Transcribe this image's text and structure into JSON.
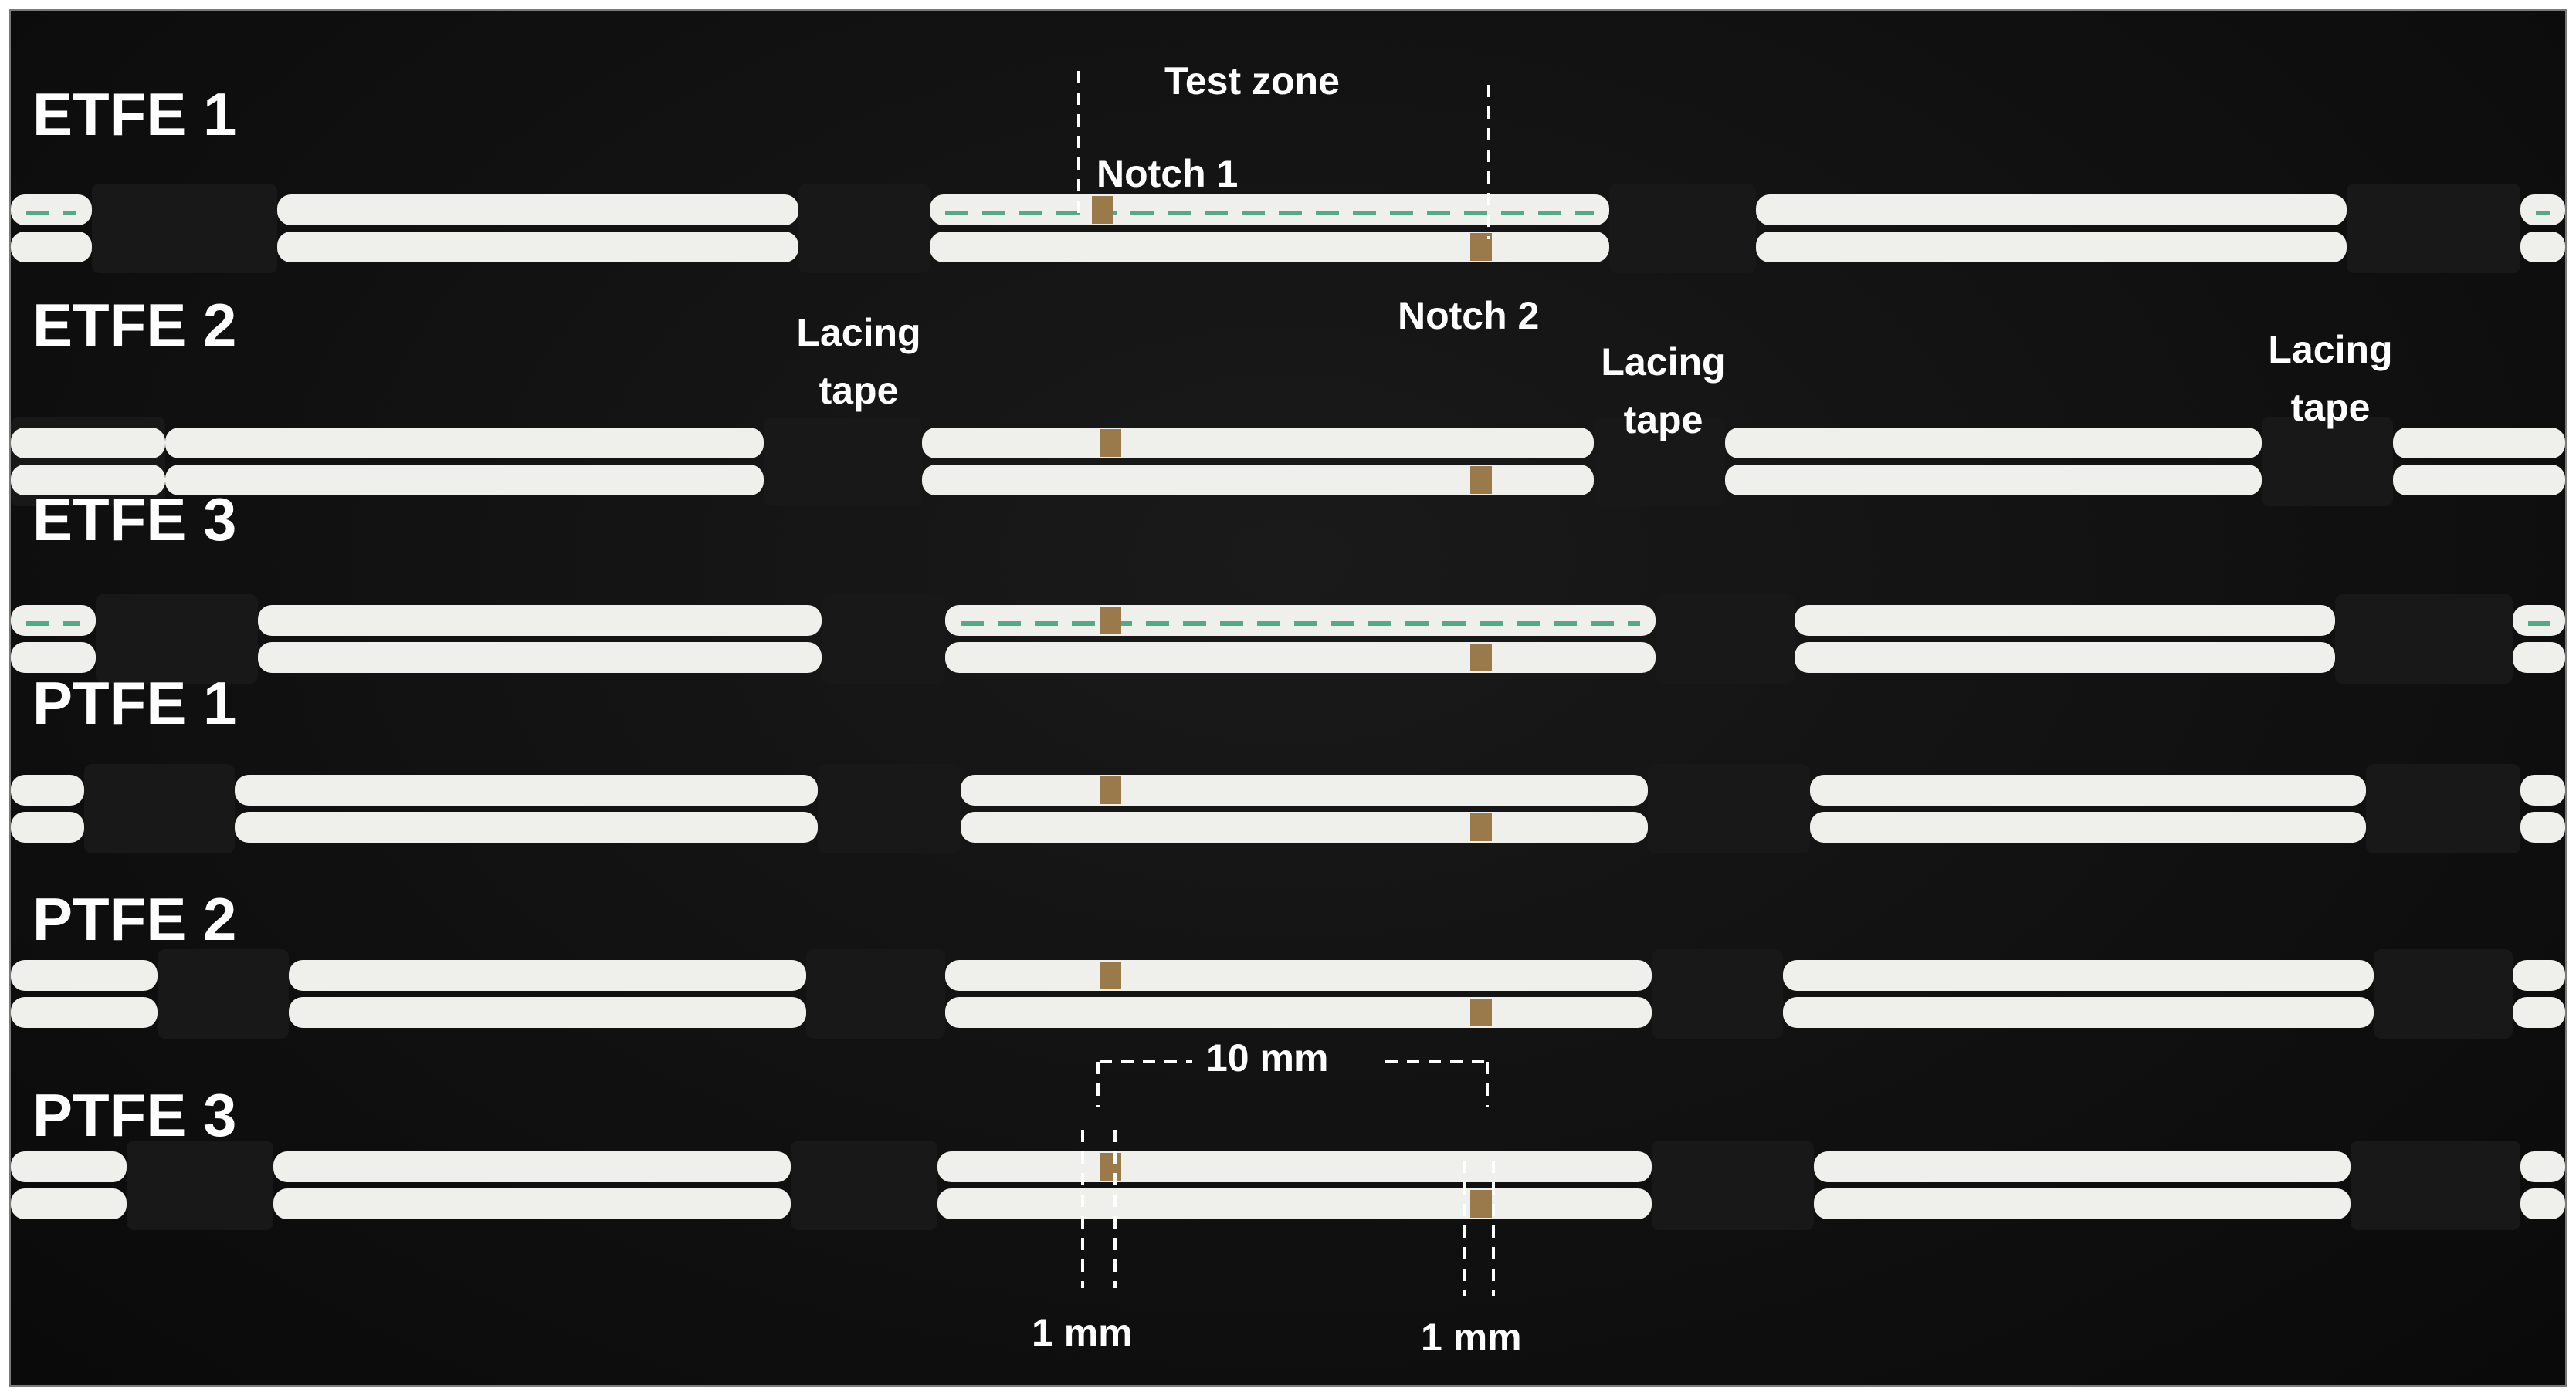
{
  "labels": {
    "test_zone": "Test zone",
    "notch_1": "Notch 1",
    "notch_2": "Notch 2",
    "lacing_tape_1": "Lacing\ntape",
    "lacing_tape_2": "Lacing\ntape",
    "lacing_tape_3": "Lacing\ntape",
    "distance_10mm": "10 mm",
    "width_1mm_a": "1 mm",
    "width_1mm_b": "1 mm"
  },
  "rows": [
    {
      "label": "ETFE 1",
      "has_green_print": true
    },
    {
      "label": "ETFE 2",
      "has_green_print": false
    },
    {
      "label": "ETFE 3",
      "has_green_print": true
    },
    {
      "label": "PTFE 1",
      "has_green_print": false
    },
    {
      "label": "PTFE 2",
      "has_green_print": false
    },
    {
      "label": "PTFE 3",
      "has_green_print": false
    }
  ],
  "colors": {
    "background": "#111111",
    "wire": "#efefec",
    "tape": "#181818",
    "notch_copper": "#9a7a4a",
    "print": "#2e9a6c",
    "text": "#ffffff"
  }
}
